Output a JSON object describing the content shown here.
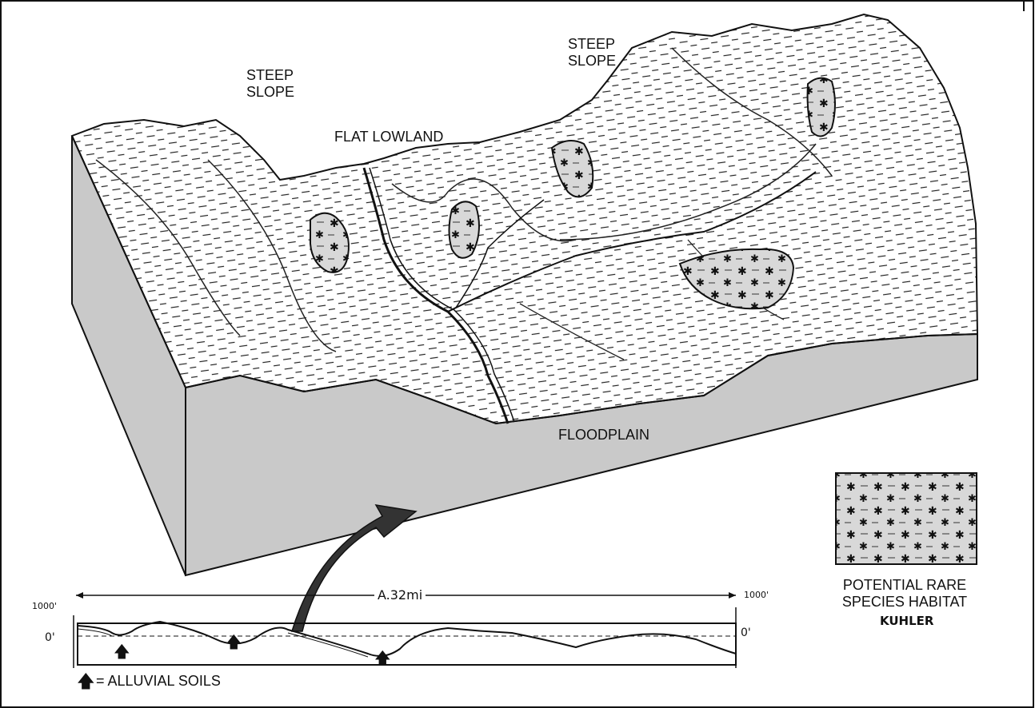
{
  "labels": {
    "steep_slope_left": "STEEP\nSLOPE",
    "steep_slope_right": "STEEP\nSLOPE",
    "flat_lowland": "FLAT LOWLAND",
    "floodplain": "FLOODPLAIN"
  },
  "legend": {
    "habitat_caption": "POTENTIAL RARE\nSPECIES HABITAT",
    "signature": "KUHLER"
  },
  "profile": {
    "distance": "A.32mi",
    "elev_top_left": "1000'",
    "elev_top_right": "1000'",
    "elev_zero_left": "0'",
    "elev_zero_right": "0'",
    "key_text": "= ALLUVIAL SOILS"
  },
  "colors": {
    "block_side": "#c9c9c9",
    "ink": "#111111",
    "paper": "#ffffff"
  }
}
